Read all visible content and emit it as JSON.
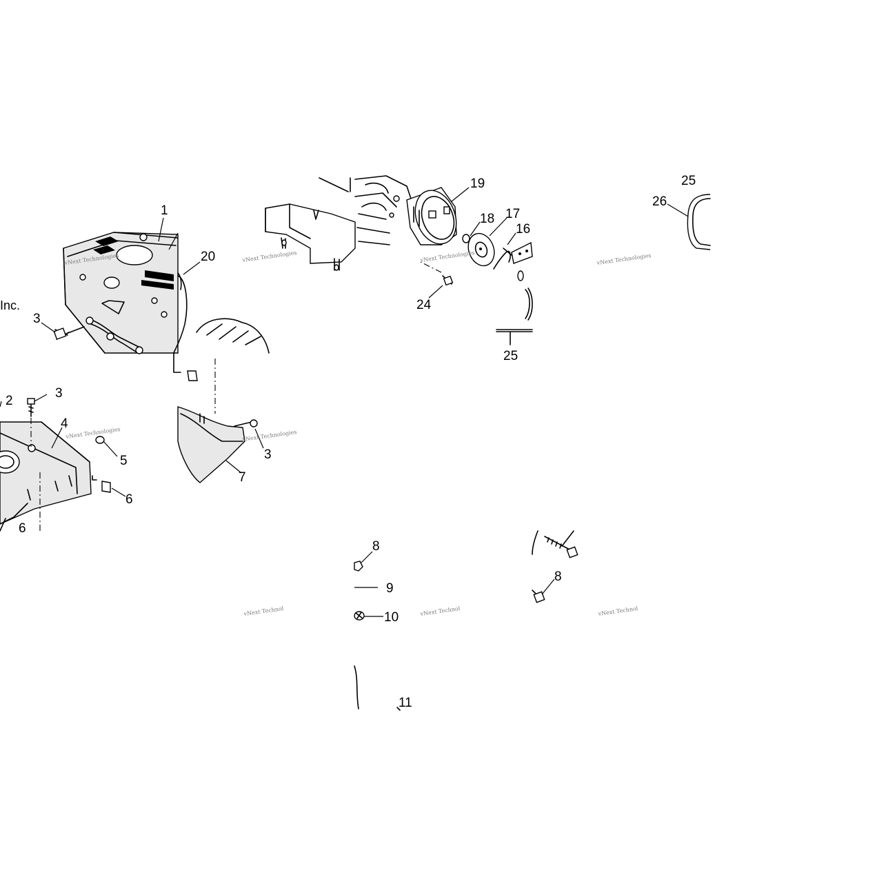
{
  "diagram": {
    "company_fragment": "Inc.",
    "watermark_text": "vNext Technologies",
    "watermark_text_cut": "vNext Technol",
    "callouts": {
      "c1": "1",
      "c2": "2",
      "c3a": "3",
      "c3b": "3",
      "c3c": "3",
      "c4": "4",
      "c5": "5",
      "c6a": "6",
      "c6b": "6",
      "c7": "7",
      "c8a": "8",
      "c8b": "8",
      "c9": "9",
      "c10": "10",
      "c11": "11",
      "c16": "16",
      "c17": "17",
      "c18": "18",
      "c19": "19",
      "c20": "20",
      "c24": "24",
      "c25a": "25",
      "c25b": "25",
      "c26": "26"
    }
  }
}
